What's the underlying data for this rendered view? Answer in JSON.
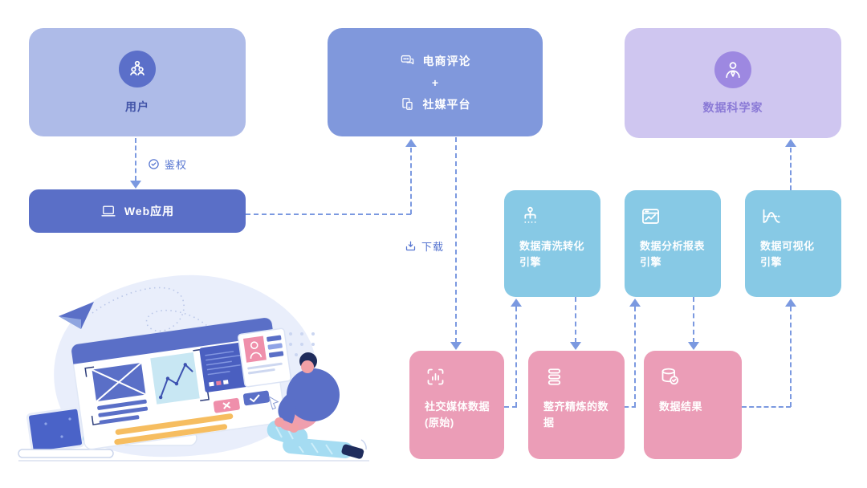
{
  "nodes": {
    "user": {
      "label": "用户",
      "icon": "users-icon"
    },
    "sources": {
      "item1": "电商评论",
      "plus": "+",
      "item2": "社媒平台",
      "icon1": "comments-icon",
      "icon2": "devices-icon"
    },
    "scientist": {
      "label": "数据科学家",
      "icon": "person-icon"
    },
    "webapp": {
      "label": "Web应用",
      "icon": "laptop-icon"
    },
    "engine_clean": {
      "line1": "数据清洗转化",
      "line2": "引擎",
      "icon": "flow-tree-icon"
    },
    "engine_report": {
      "line1": "数据分析报表",
      "line2": "引擎",
      "icon": "report-chart-icon"
    },
    "engine_viz": {
      "line1": "数据可视化",
      "line2": "引擎",
      "icon": "distribution-curve-icon"
    },
    "data_raw": {
      "line1": "社交媒体数据",
      "line2": "(原始)",
      "icon": "bar-chart-brackets-icon"
    },
    "data_tidy": {
      "label": "整齐精炼的数据",
      "icon": "stacked-layers-icon"
    },
    "data_result": {
      "label": "数据结果",
      "icon": "database-check-icon"
    }
  },
  "edges": {
    "auth": {
      "label": "鉴权",
      "icon": "check-circle-icon"
    },
    "download": {
      "label": "下载",
      "icon": "download-icon"
    }
  },
  "colors": {
    "user_box_bg": "#aebbe8",
    "user_icon_bg": "#5b6fc9",
    "user_label": "#4254a8",
    "sources_box_bg": "#8098dc",
    "scientist_box_bg": "#cfc6f0",
    "scientist_icon_bg": "#9d88e1",
    "scientist_label": "#8a79d6",
    "webapp_box_bg": "#5a6fc7",
    "engine_box_bg": "#87c9e5",
    "data_box_bg": "#eb9db7",
    "connector": "#7b99e0",
    "edge_label_text": "#5574d0"
  }
}
